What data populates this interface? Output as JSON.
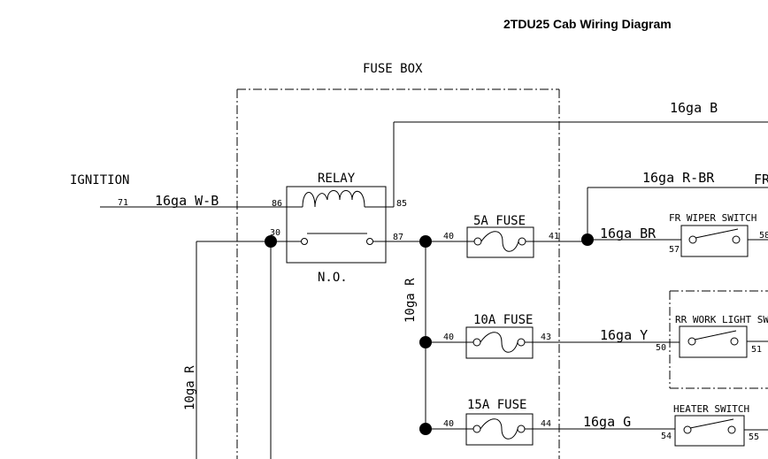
{
  "title": "2TDU25 Cab Wiring Diagram",
  "fuse_box": {
    "label": "FUSE BOX",
    "relay": {
      "label": "RELAY",
      "type": "N.O.",
      "pins": [
        "86",
        "85",
        "30",
        "87"
      ]
    },
    "fuses": [
      {
        "label": "5A FUSE",
        "pin_in": "40",
        "pin_out": "41"
      },
      {
        "label": "10A FUSE",
        "pin_in": "40",
        "pin_out": "43"
      },
      {
        "label": "15A FUSE",
        "pin_in": "40",
        "pin_out": "44"
      }
    ],
    "bus_wire": "10ga R"
  },
  "ignition": {
    "label": "IGNITION",
    "pin": "71",
    "wire": "16ga W-B"
  },
  "feed_wire": "10ga R",
  "wires": {
    "top_b": "16ga B",
    "r_br": "16ga R-BR",
    "br": "16ga BR",
    "y": "16ga Y",
    "g": "16ga G",
    "cut_label": "FR"
  },
  "switches": [
    {
      "label": "FR WIPER SWITCH",
      "pin_in": "57",
      "pin_out": "58"
    },
    {
      "label": "RR WORK LIGHT SW",
      "pin_in": "50",
      "pin_out": "51"
    },
    {
      "label": "HEATER SWITCH",
      "pin_in": "54",
      "pin_out": "55"
    }
  ]
}
